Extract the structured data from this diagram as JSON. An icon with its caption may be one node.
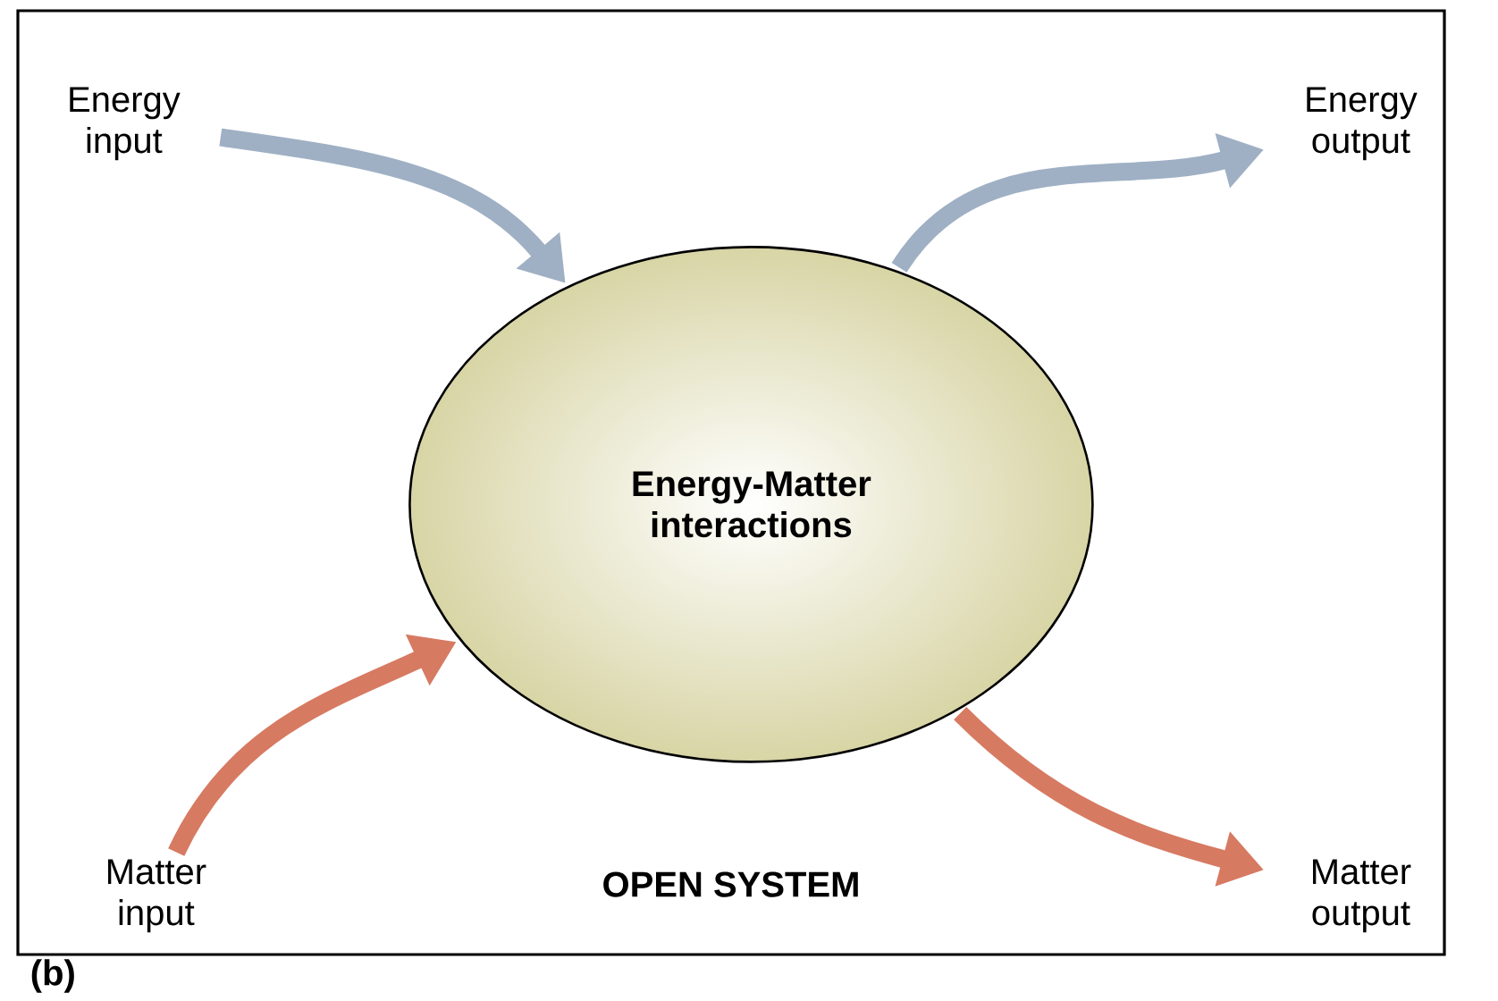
{
  "diagram": {
    "nodes": [
      {
        "text": [
          "OPEN SYSTEM"
        ]
      },
      {
        "text": [
          "Energy input"
        ],
        "in": 0
      },
      {
        "text": [
          "Energy output"
        ],
        "in": 0
      },
      {
        "text": [
          "Energy-Matter interactions"
        ],
        "in": 0
      },
      {
        "text": [
          "Matter input"
        ],
        "in": 0
      },
      {
        "text": [
          "Matter output"
        ],
        "in": 0
      }
    ],
    "edges": [
      {
        "from": 1,
        "to": 3,
        "arrow": "to",
        "color": "#9fb0c4"
      },
      {
        "from": 3,
        "to": 2,
        "arrow": "to",
        "color": "#9fb0c4"
      },
      {
        "from": 4,
        "to": 3,
        "arrow": "to",
        "color": "#d77a62"
      },
      {
        "from": 3,
        "to": 5,
        "arrow": "to",
        "color": "#d77a62"
      }
    ],
    "labels": [
      "(b)"
    ]
  }
}
